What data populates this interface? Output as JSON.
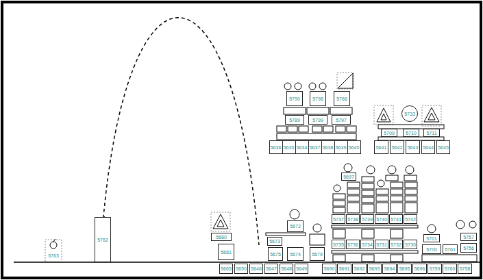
{
  "diagram": {
    "nodes": [
      {
        "text": [
          "5763"
        ]
      },
      {
        "text": [
          "5762"
        ]
      },
      {
        "text": [
          "5790"
        ]
      },
      {
        "text": [
          "5798"
        ]
      },
      {
        "text": [
          "5766"
        ]
      },
      {
        "text": [
          "5789"
        ]
      },
      {
        "text": [
          "5799"
        ]
      },
      {
        "text": [
          "5797"
        ]
      },
      {
        "text": [
          "5636"
        ]
      },
      {
        "text": [
          "5635"
        ]
      },
      {
        "text": [
          "5634"
        ]
      },
      {
        "text": [
          "5637"
        ]
      },
      {
        "text": [
          "5638"
        ]
      },
      {
        "text": [
          "5639"
        ]
      },
      {
        "text": [
          "5640"
        ]
      },
      {
        "text": [
          "5733"
        ]
      },
      {
        "text": [
          "5709"
        ]
      },
      {
        "text": [
          "5710"
        ]
      },
      {
        "text": [
          "5711"
        ]
      },
      {
        "text": [
          "5641"
        ]
      },
      {
        "text": [
          "5642"
        ]
      },
      {
        "text": [
          "5643"
        ]
      },
      {
        "text": [
          "5644"
        ]
      },
      {
        "text": [
          "5645"
        ]
      },
      {
        "text": [
          "5680"
        ]
      },
      {
        "text": [
          "5681"
        ]
      },
      {
        "text": [
          "5672"
        ]
      },
      {
        "text": [
          "5673"
        ]
      },
      {
        "text": [
          "5675"
        ]
      },
      {
        "text": [
          "5674"
        ]
      },
      {
        "text": [
          "5679"
        ]
      },
      {
        "text": [
          "5665"
        ]
      },
      {
        "text": [
          "5650"
        ]
      },
      {
        "text": [
          "5646"
        ]
      },
      {
        "text": [
          "5647"
        ]
      },
      {
        "text": [
          "5648"
        ]
      },
      {
        "text": [
          "5649"
        ]
      },
      {
        "text": [
          "5697"
        ]
      },
      {
        "text": [
          "5737"
        ]
      },
      {
        "text": [
          "5738"
        ]
      },
      {
        "text": [
          "5739"
        ]
      },
      {
        "text": [
          "5740"
        ]
      },
      {
        "text": [
          "5741"
        ]
      },
      {
        "text": [
          "5742"
        ]
      },
      {
        "text": [
          "5735"
        ]
      },
      {
        "text": [
          "5736"
        ]
      },
      {
        "text": [
          "5734"
        ]
      },
      {
        "text": [
          "5731"
        ]
      },
      {
        "text": [
          "5732"
        ]
      },
      {
        "text": [
          "5730"
        ]
      },
      {
        "text": [
          "5701"
        ]
      },
      {
        "text": [
          "5700"
        ]
      },
      {
        "text": [
          "5761"
        ]
      },
      {
        "text": [
          "5757"
        ]
      },
      {
        "text": [
          "5756"
        ]
      },
      {
        "text": [
          "5690"
        ]
      },
      {
        "text": [
          "5691"
        ]
      },
      {
        "text": [
          "5692"
        ]
      },
      {
        "text": [
          "5693"
        ]
      },
      {
        "text": [
          "5694"
        ]
      },
      {
        "text": [
          "5695"
        ]
      },
      {
        "text": [
          "5696"
        ]
      },
      {
        "text": [
          "5759"
        ]
      },
      {
        "text": [
          "5760"
        ]
      },
      {
        "text": [
          "5758"
        ]
      }
    ]
  }
}
